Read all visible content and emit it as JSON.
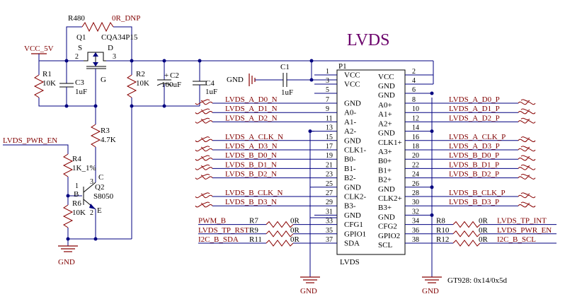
{
  "title": "LVDS",
  "connector": {
    "ref": "P1",
    "name": "LVDS",
    "left_labels": [
      "VCC",
      "VCC",
      "GND",
      "A0-",
      "A1-",
      "A2-",
      "GND",
      "CLK1-",
      "B0-",
      "B1-",
      "B2-",
      "GND",
      "CLK2-",
      "B3-",
      "GND",
      "CFG1",
      "GPIO1",
      "SDA"
    ],
    "right_labels": [
      "VCC",
      "GND",
      "GND",
      "A0+",
      "A1+",
      "A2+",
      "GND",
      "CLK1+",
      "A3+",
      "B0+",
      "B1+",
      "B2+",
      "GND",
      "CLK2+",
      "B3+",
      "GND",
      "CFG2",
      "GPIO2",
      "SCL"
    ],
    "left_pins": [
      "1",
      "3",
      "5",
      "7",
      "9",
      "11",
      "13",
      "15",
      "17",
      "19",
      "21",
      "23",
      "25",
      "27",
      "29",
      "31",
      "33",
      "35",
      "37"
    ],
    "right_pins": [
      "2",
      "4",
      "6",
      "8",
      "10",
      "12",
      "14",
      "16",
      "18",
      "20",
      "22",
      "24",
      "26",
      "28",
      "30",
      "32",
      "34",
      "36",
      "38"
    ]
  },
  "left_nets": [
    "LVDS_A_D0_N",
    "LVDS_A_D1_N",
    "LVDS_A_D2_N",
    "LVDS_A_CLK_N",
    "LVDS_A_D3_N",
    "LVDS_B_D0_N",
    "LVDS_B_D1_N",
    "LVDS_B_D2_N",
    "LVDS_B_CLK_N",
    "LVDS_B_D3_N"
  ],
  "right_nets": [
    "LVDS_A_D0_P",
    "LVDS_A_D1_P",
    "LVDS_A_D2_P",
    "LVDS_A_CLK_P",
    "LVDS_A_D3_P",
    "LVDS_B_D0_P",
    "LVDS_B_D1_P",
    "LVDS_B_D2_P",
    "LVDS_B_CLK_P",
    "LVDS_B_D3_P"
  ],
  "io_left": [
    {
      "net": "PWM_B",
      "res": "R7",
      "val": "0R"
    },
    {
      "net": "LVDS_TP_RST",
      "res": "R9",
      "val": "0R"
    },
    {
      "net": "I2C_B_SDA",
      "res": "R11",
      "val": "0R"
    }
  ],
  "io_right": [
    {
      "net": "LVDS_TP_INT",
      "res": "R8",
      "val": "0R"
    },
    {
      "net": "LVDS_PWR_EN",
      "res": "R10",
      "val": "0R"
    },
    {
      "net": "I2C_B_SCL",
      "res": "R12",
      "val": "0R"
    }
  ],
  "power": {
    "vcc": "VCC_5V",
    "gnd": "GND",
    "r480": "R480",
    "r480_val": "0R_DNP",
    "q1": "Q1",
    "q1_part": "CQA34P15",
    "q1_s": "S",
    "q1_d": "D",
    "q1_g": "G",
    "q1_p2": "2",
    "q1_p3": "3",
    "r1": "R1",
    "r1_val": "10K",
    "c3": "C3",
    "c3_val": "1uF",
    "r2": "R2",
    "r2_val": "10K",
    "c2": "C2",
    "c2_val": "100uF",
    "c2_pol": "+",
    "c4": "C4",
    "c4_val": "1uF",
    "c1": "C1",
    "c1_val": "1uF",
    "r3": "R3",
    "r3_val": "4.7K",
    "r4": "R4",
    "r4_val": "1K_1%",
    "r6": "R6",
    "r6_val": "10K",
    "q2": "Q2",
    "q2_part": "S8050",
    "q2_b": "B",
    "q2_c": "C",
    "q2_e": "E",
    "q2_p1": "1",
    "q2_p2": "2",
    "q2_p3": "3",
    "pwr_en": "LVDS_PWR_EN"
  },
  "note": "GT928: 0x14/0x5d"
}
